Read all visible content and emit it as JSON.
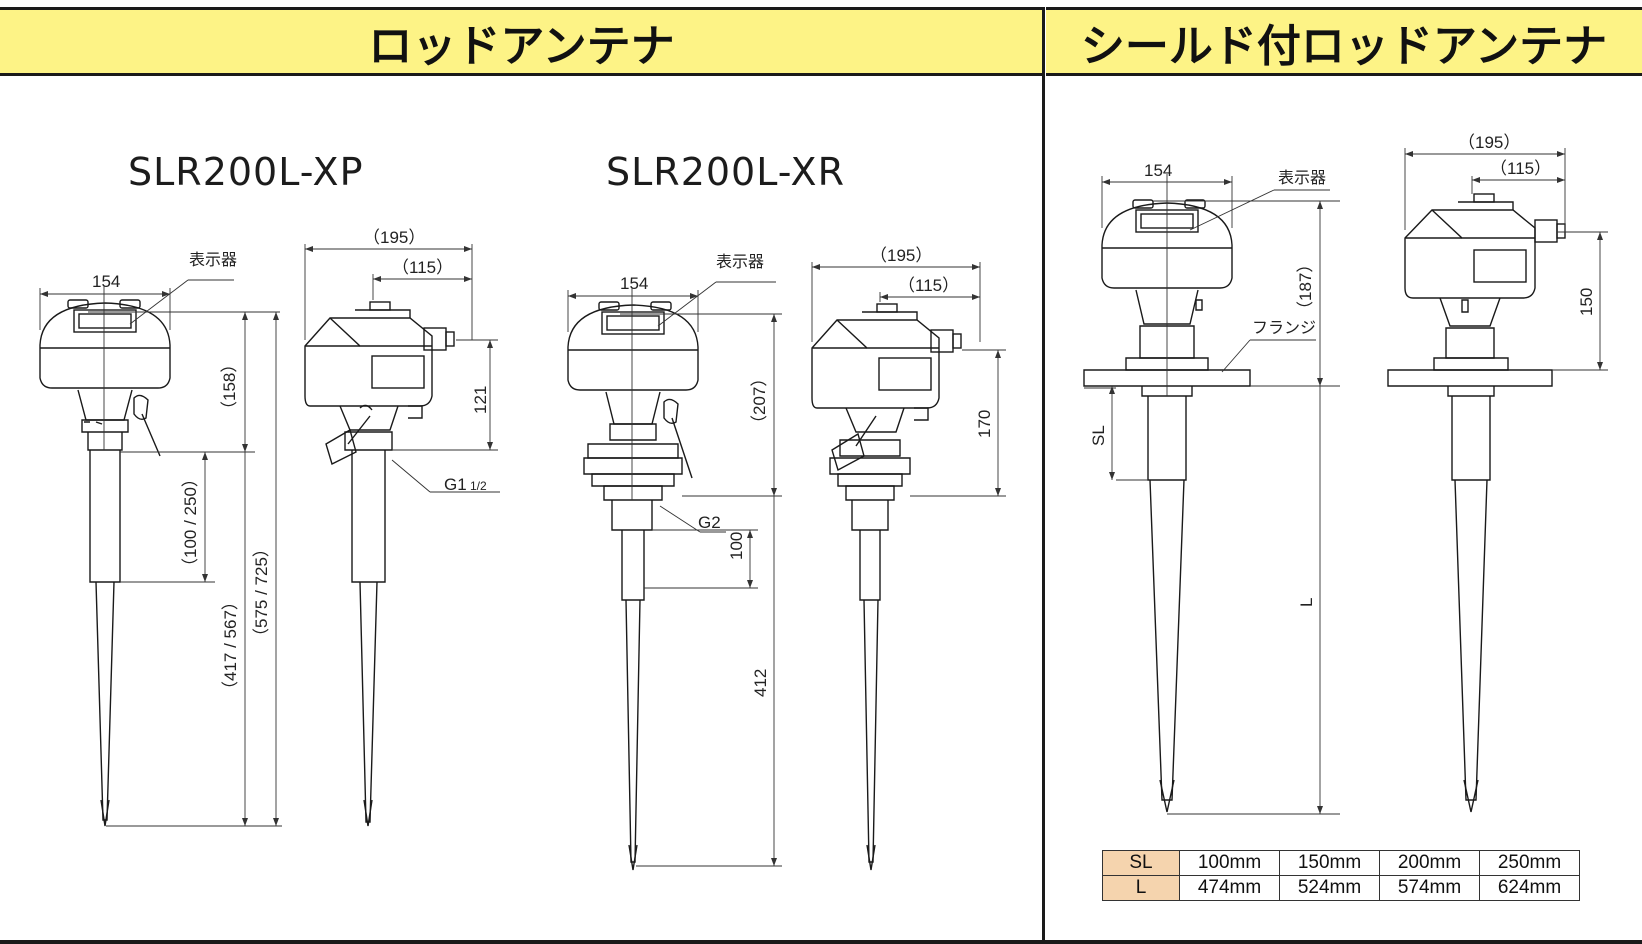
{
  "headers": {
    "left": "ロッドアンテナ",
    "right": "シールド付ロッドアンテナ"
  },
  "models": {
    "xp": "SLR200L-XP",
    "xr": "SLR200L-XR"
  },
  "labels": {
    "display": "表示器",
    "flange": "フランジ",
    "thread_g1": "G1",
    "thread_g1_fraction": "1/2",
    "thread_g2": "G2"
  },
  "dimensions": {
    "xp_front_width": "154",
    "xp_side_total": "（195）",
    "xp_side_body": "（115）",
    "xp_h158": "（158）",
    "xp_h100_250": "（100 / 250）",
    "xp_h417_567": "（417 / 567）",
    "xp_h575_725": "（575 / 725）",
    "xp_h121": "121",
    "xr_front_width": "154",
    "xr_side_total": "（195）",
    "xr_side_body": "（115）",
    "xr_h207": "（207）",
    "xr_h100": "100",
    "xr_h412": "412",
    "xr_h170": "170",
    "sh_front_width": "154",
    "sh_h187": "（187）",
    "sh_SL": "SL",
    "sh_L": "L",
    "sh_side_total": "（195）",
    "sh_side_body": "（115）",
    "sh_h150": "150"
  },
  "spec_table": {
    "rows": [
      {
        "head": "SL",
        "values": [
          "100mm",
          "150mm",
          "200mm",
          "250mm"
        ]
      },
      {
        "head": "L",
        "values": [
          "474mm",
          "524mm",
          "574mm",
          "624mm"
        ]
      }
    ]
  },
  "colors": {
    "header_bg": "#fdf386",
    "table_head_bg": "#f5d4ae",
    "line": "#1a1a1a"
  }
}
